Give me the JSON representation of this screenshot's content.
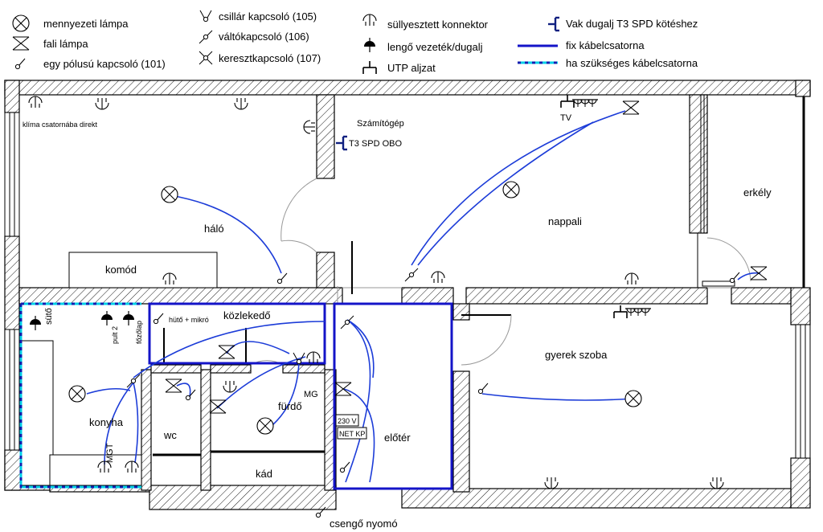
{
  "legend": {
    "ceiling_lamp": "mennyezeti lámpa",
    "wall_lamp": "fali lámpa",
    "single_switch": "egy pólusú kapcsoló (101)",
    "chandelier_switch": "csillár kapcsoló (105)",
    "changeover_switch": "váltókapcsoló (106)",
    "cross_switch": "keresztkapcsoló (107)",
    "flush_connector": "süllyesztett konnektor",
    "pendant_wire": "lengő vezeték/dugalj",
    "utp_socket": "UTP aljzat",
    "spd_socket": "Vak dugalj T3 SPD kötéshez",
    "fixed_channel": "fix kábelcsatorna",
    "optional_channel": "ha szükséges kábelcsatorna"
  },
  "labels": {
    "klima": "klíma csatornába direkt",
    "computer": "Számítógép",
    "spd_obo": "T3 SPD OBO",
    "tv": "TV",
    "halo": "háló",
    "nappali": "nappali",
    "erkely": "erkély",
    "komod": "komód",
    "suto": "sütő",
    "pult2": "pult 2",
    "fozolap": "főzőlap",
    "huto": "hütő + mikró",
    "kozlekedo": "közlekedő",
    "konyha": "konyha",
    "mgt": "MGT",
    "wc": "wc",
    "furdo": "fürdő",
    "mg": "MG",
    "kad": "kád",
    "v230": "230 V",
    "netkp": "NET KP",
    "eloter": "előtér",
    "gyerek": "gyerek szoba",
    "csengo": "csengő nyomó"
  },
  "colors": {
    "wire": "#1c3cd8",
    "fixed_channel": "#1414c8",
    "optional_channel_a": "#00d0e8",
    "optional_channel_b": "#1020b0",
    "spd": "#102080"
  }
}
